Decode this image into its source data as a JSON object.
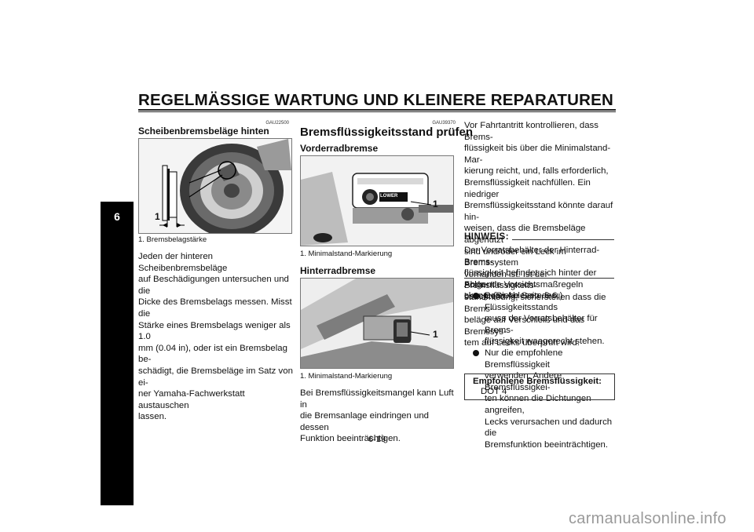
{
  "header": {
    "title": "REGELMÄSSIGE WARTUNG UND KLEINERE REPARATUREN"
  },
  "chapter_tab": {
    "number": "6"
  },
  "left_column": {
    "code": "GAU22500",
    "heading": "Scheibenbremsbeläge hinten",
    "figure_callout": "1",
    "caption": "1.  Bremsbelagstärke",
    "body": "Jeden der hinteren Scheibenbremsbeläge\nauf Beschädigungen untersuchen und die\nDicke des Bremsbelags messen. Misst die\nStärke eines Bremsbelags weniger als 1.0\nmm (0.04 in), oder ist ein Bremsbelag be-\nschädigt, die Bremsbeläge im Satz von ei-\nner Yamaha-Fachwerkstatt austauschen\nlassen."
  },
  "middle_column": {
    "code": "GAU39370",
    "heading": "Bremsflüssigkeitsstand prüfen",
    "front_heading": "Vorderradbremse",
    "front_callout": "1",
    "front_reservoir_text": "LOWER",
    "front_caption": "1.  Minimalstand-Markierung",
    "rear_heading": "Hinterradbremse",
    "rear_callout": "1",
    "rear_caption": "1.  Minimalstand-Markierung",
    "body": "Bei Bremsflüssigkeitsmangel kann Luft in\ndie Bremsanlage eindringen und dessen\nFunktion beeinträchtigen."
  },
  "right_column": {
    "body": "Vor Fahrtantritt kontrollieren, dass Brems-\nflüssigkeit bis über die Minimalstand-Mar-\nkierung reicht, und, falls erforderlich,\nBremsflüssigkeit nachfüllen. Ein niedriger\nBremsflüssigkeitsstand könnte darauf hin-\nweisen, dass die Bremsbeläge abgenutzt\nsind und/oder ein Leck im Bremssystem\nvorhanden ist. Ist der Bremsflüssigkeits-\nstand niedrig, sicherstellen dass die Brems-\nbeläge auf Verschleiß und das Bremssys-\ntem auf Lecks überprüft wird.",
    "note_label": "HINWEIS:",
    "note_text": "Der Vorratsbehälter der Hinterrad-Brems-\nflüssigkeit befindet sich hinter der Abde-\nckung. (Siehe Seite 6-6.)",
    "precautions_intro": "Folgende Vorsichtsmaßregeln beachten:",
    "precautions": [
      {
        "text": "Beim Ablesen des Flüssigkeitsstands\nmuss der Vorratsbehälter für Brems-\nflüssigkeit waagerecht stehen."
      },
      {
        "text": "Nur die empfohlene Bremsflüssigkeit\nverwenden. Andere Bremsflüssigkei-\nten können die Dichtungen angreifen,\nLecks verursachen und dadurch die\nBremsfunktion beeinträchtigen."
      }
    ],
    "spec_label": "Empfohlene Bremsflüssigkeit:",
    "spec_value": "DOT 4"
  },
  "footer": {
    "page_number": "6-19",
    "watermark": "carmanualsonline.info"
  }
}
